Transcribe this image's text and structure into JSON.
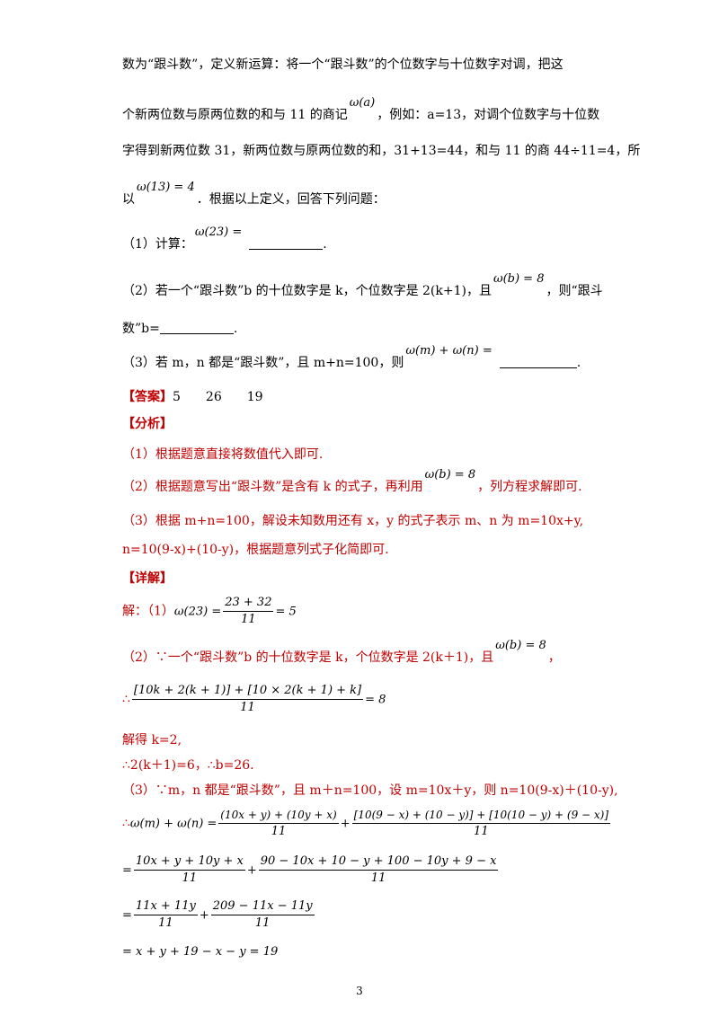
{
  "intro": {
    "l1": "数为“跟斗数”，定义新运算：将一个“跟斗数”的个位数字与十位数字对调，把这",
    "l2a": "个新两位数与原两位数的和与 11 的商记",
    "l2m": "ω(a)",
    "l2b": "，例如：a=13，对调个位数字与十位数",
    "l3": "字得到新两位数 31，新两位数与原两位数的和，31+13=44，和与 11 的商 44÷11=4，所",
    "l4a": "以",
    "l4m": "ω(13) = 4",
    "l4b": "．根据以上定义，回答下列问题："
  },
  "questions": {
    "q1a": "（1）计算：",
    "q1m": "ω(23) =",
    "q1b": ".",
    "q2a": "（2）若一个“跟斗数”b 的十位数字是 k，个位数字是 2(k+1)，且",
    "q2m": "ω(b) = 8",
    "q2b": "，则“跟斗",
    "q2c": "数”b=",
    "q2d": ".",
    "q3a": "（3）若 m，n 都是“跟斗数”，且 m+n=100，则",
    "q3m": "ω(m) + ω(n) =",
    "q3b": "."
  },
  "answer": {
    "label": "【答案】",
    "values": "5　　26　　19"
  },
  "analysis": {
    "label": "【分析】",
    "a1": "（1）根据题意直接将数值代入即可.",
    "a2a": "（2）根据题意写出“跟斗数”是含有 k 的式子，再利用",
    "a2m": "ω(b) = 8",
    "a2b": "，列方程求解即可.",
    "a3a": "（3）根据 m+n=100，解设未知数用还有 x，y 的式子表示 m、n 为 m=10x+y,",
    "a3b": "n=10(9-x)+(10-y)，根据题意列式子化简即可."
  },
  "detail": {
    "label": "【详解】",
    "s1a": "解：（1）",
    "s1lhs": "ω(23) =",
    "s1num": "23 + 32",
    "s1den": "11",
    "s1rhs": "= 5",
    "s2a": "（2）∵一个“跟斗数”b 的十位数字是 k，个位数字是 2(k＋1)，且",
    "s2m": "ω(b) = 8",
    "s2b": "，",
    "s3a": "∴",
    "s3num": "[10k + 2(k + 1)] + [10 × 2(k + 1) + k]",
    "s3den": "11",
    "s3rhs": "= 8",
    "s4": "解得 k=2,",
    "s5": "∴2(k＋1)=6，∴b=26.",
    "s6": "（3）∵m，n 都是“跟斗数”，且 m＋n=100，设 m=10x＋y，则 n=10(9-x)＋(10-y),",
    "s7a": "∴",
    "s7lhs": "ω(m) + ω(n) =",
    "s7num1": "(10x + y) + (10y + x)",
    "s7den1": "11",
    "s7plus": "+",
    "s7num2": "[10(9 − x) + (10 − y)] + [10(10 − y) + (9 − x)]",
    "s7den2": "11",
    "s8eq": "=",
    "s8num1": "10x + y + 10y + x",
    "s8den1": "11",
    "s8plus": "+",
    "s8num2": "90 − 10x + 10 − y + 100 − 10y + 9 − x",
    "s8den2": "11",
    "s9eq": "=",
    "s9num1": "11x + 11y",
    "s9den1": "11",
    "s9plus": "+",
    "s9num2": "209 − 11x − 11y",
    "s9den2": "11",
    "s10": "= x + y + 19 − x − y = 19"
  },
  "footer": {
    "page": "3"
  }
}
